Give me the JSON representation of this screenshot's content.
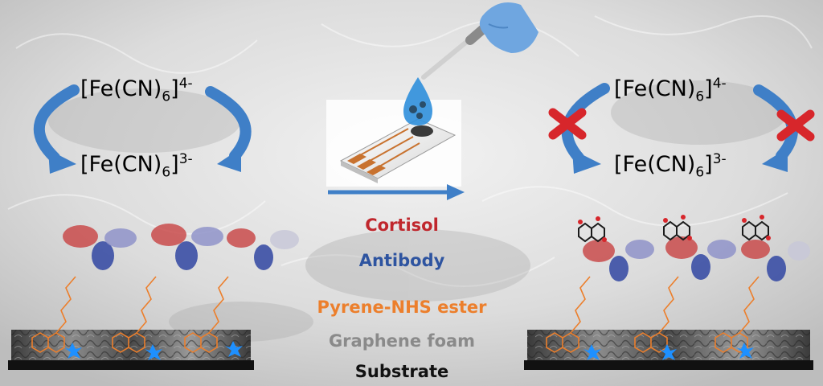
{
  "colors": {
    "arrow_blue": "#3f7fc7",
    "cross_red": "#d7262b",
    "cortisol_red": "#c0272d",
    "antibody_blue": "#2e54a0",
    "pyrene_orange": "#ec7f2c",
    "graphene_gray": "#8a8a8a",
    "substrate_black": "#111111"
  },
  "left_panel": {
    "top_species": {
      "base": "[Fe(CN)",
      "sub": "6",
      "close": "]",
      "charge": "4-"
    },
    "bottom_species": {
      "base": "[Fe(CN)",
      "sub": "6",
      "close": "]",
      "charge": "3-"
    }
  },
  "right_panel": {
    "top_species": {
      "base": "[Fe(CN)",
      "sub": "6",
      "close": "]",
      "charge": "4-"
    },
    "bottom_species": {
      "base": "[Fe(CN)",
      "sub": "6",
      "close": "]",
      "charge": "3-"
    },
    "blocked": true
  },
  "legend": {
    "cortisol": "Cortisol",
    "antibody": "Antibody",
    "pyrene": "Pyrene-NHS ester",
    "graphene": "Graphene foam",
    "substrate": "Substrate"
  },
  "icons": [
    "pipette-icon",
    "glove-icon",
    "droplet-icon",
    "sensor-chip-icon",
    "process-arrow-icon",
    "cross-icon"
  ]
}
